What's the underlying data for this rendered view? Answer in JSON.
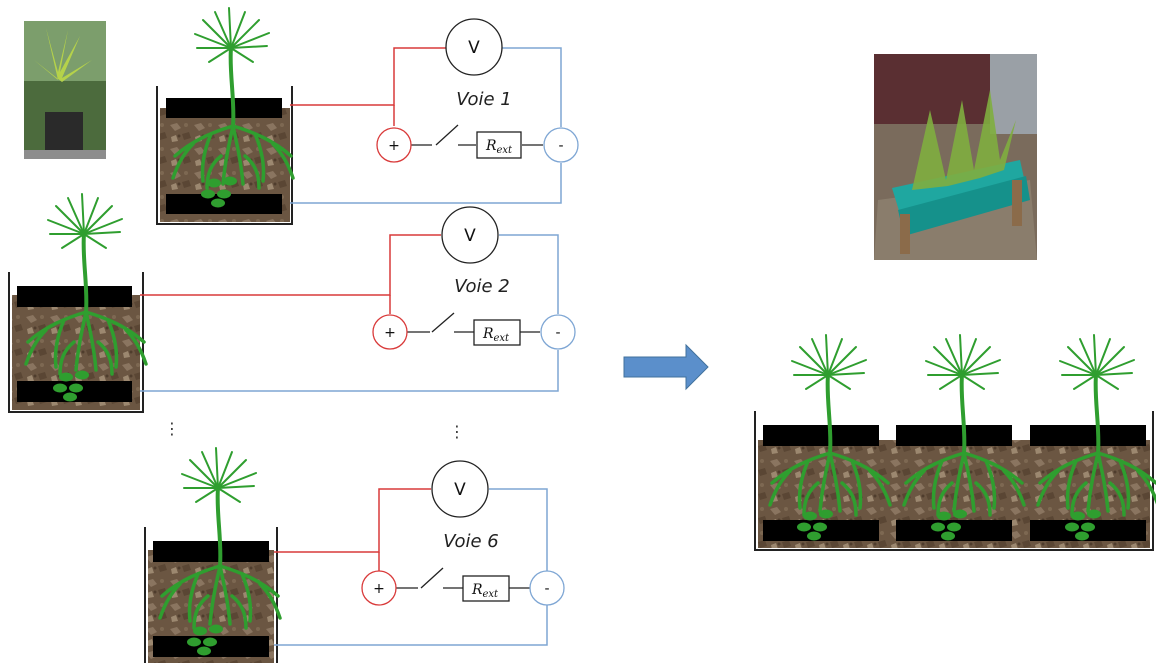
{
  "circuits": [
    {
      "label": "Voie 1"
    },
    {
      "label": "Voie 2"
    },
    {
      "label": "Voie 6"
    }
  ],
  "voltmeter_symbol": "V",
  "positive_symbol": "+",
  "negative_symbol": "-",
  "resistor": {
    "main": "R",
    "subscript": "ext"
  },
  "ellipsis": "⋮",
  "colors": {
    "positive_wire": "#d93a3a",
    "negative_wire": "#7ea6d4",
    "electrode": "#000000",
    "plant": "#2f9e2f",
    "soil": "#6e5844",
    "arrow": "#5b8fcb"
  }
}
